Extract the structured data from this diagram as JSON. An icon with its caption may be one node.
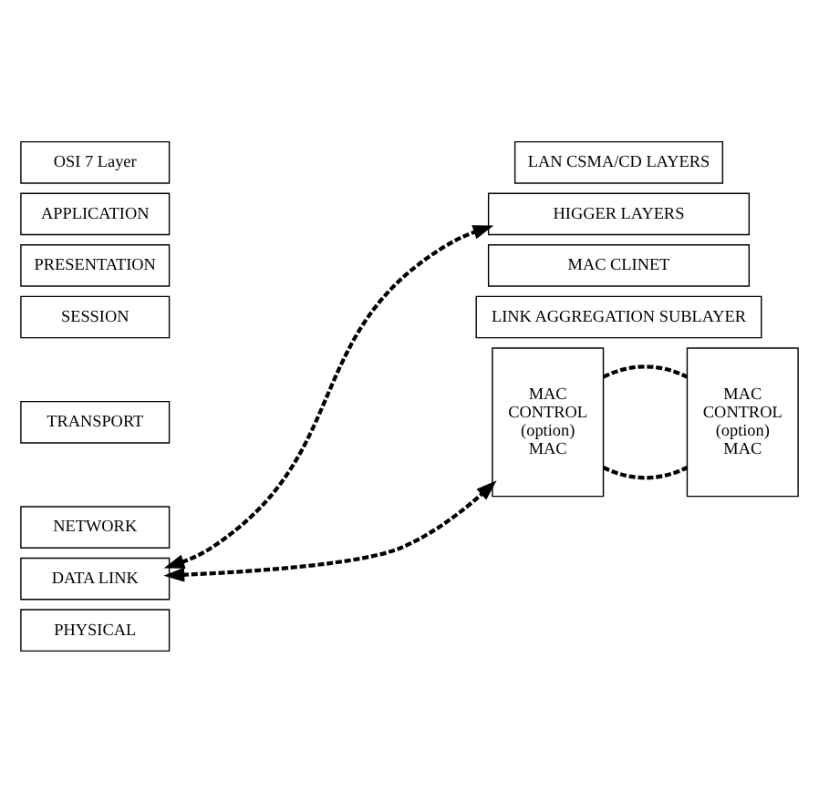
{
  "diagram": {
    "nodes": [
      {
        "text": [
          "OSI 7 Layer"
        ]
      },
      {
        "text": [
          "LAN CSMA/CD LAYERS"
        ]
      },
      {
        "text": [
          "APPLICATION"
        ]
      },
      {
        "text": [
          "PRESENTATION"
        ]
      },
      {
        "text": [
          "SESSION"
        ]
      },
      {
        "text": [
          "TRANSPORT"
        ]
      },
      {
        "text": [
          "NETWORK"
        ]
      },
      {
        "text": [
          "DATA LINK"
        ]
      },
      {
        "text": [
          "PHYSICAL"
        ]
      },
      {
        "text": [
          "HIGGER LAYERS"
        ]
      },
      {
        "text": [
          "MAC CLINET"
        ]
      },
      {
        "text": [
          "LINK AGGREGATION SUBLAYER"
        ]
      },
      {
        "text": [
          "MAC CONTROL (option) MAC"
        ]
      },
      {
        "text": [
          "MAC CONTROL (option) MAC"
        ]
      }
    ],
    "edges": [
      {
        "from": 7,
        "to": 9,
        "arrow": "both",
        "style": "dashed"
      },
      {
        "from": 7,
        "to": 12,
        "arrow": "both",
        "style": "dashed"
      },
      {
        "from": 12,
        "to": 13,
        "arrow": "none",
        "style": "dashed"
      },
      {
        "from": 12,
        "to": 13,
        "arrow": "none",
        "style": "dashed"
      }
    ]
  }
}
